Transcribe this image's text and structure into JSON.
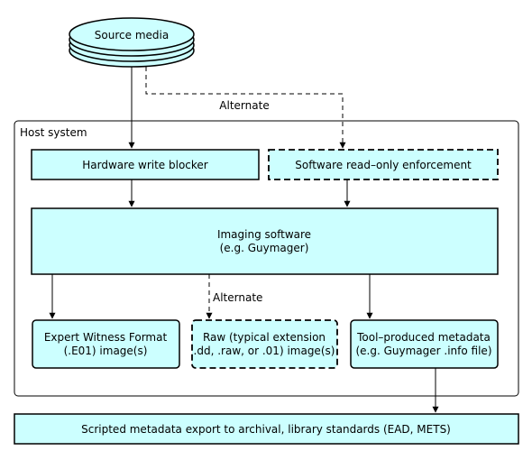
{
  "source_media": {
    "label": "Source media"
  },
  "host_system": {
    "label": "Host system"
  },
  "edges": {
    "alternate_top": "Alternate",
    "alternate_mid": "Alternate"
  },
  "nodes": {
    "hardware_write_blocker": "Hardware write blocker",
    "software_enforcement": "Software read–only enforcement",
    "imaging_software": {
      "line1": "Imaging software",
      "line2": "(e.g. Guymager)"
    },
    "e01": {
      "line1": "Expert Witness Format",
      "line2": "(.E01) image(s)"
    },
    "raw": {
      "line1": "Raw (typical extension",
      "line2": ".dd, .raw, or .01) image(s)"
    },
    "tool_metadata": {
      "line1": "Tool–produced metadata",
      "line2": "(e.g. Guymager .info file)"
    },
    "scripted_export": "Scripted metadata export to archival, library standards (EAD, METS)"
  },
  "colors": {
    "node_fill": "#ccffff",
    "stroke": "#000000",
    "background": "#ffffff"
  }
}
